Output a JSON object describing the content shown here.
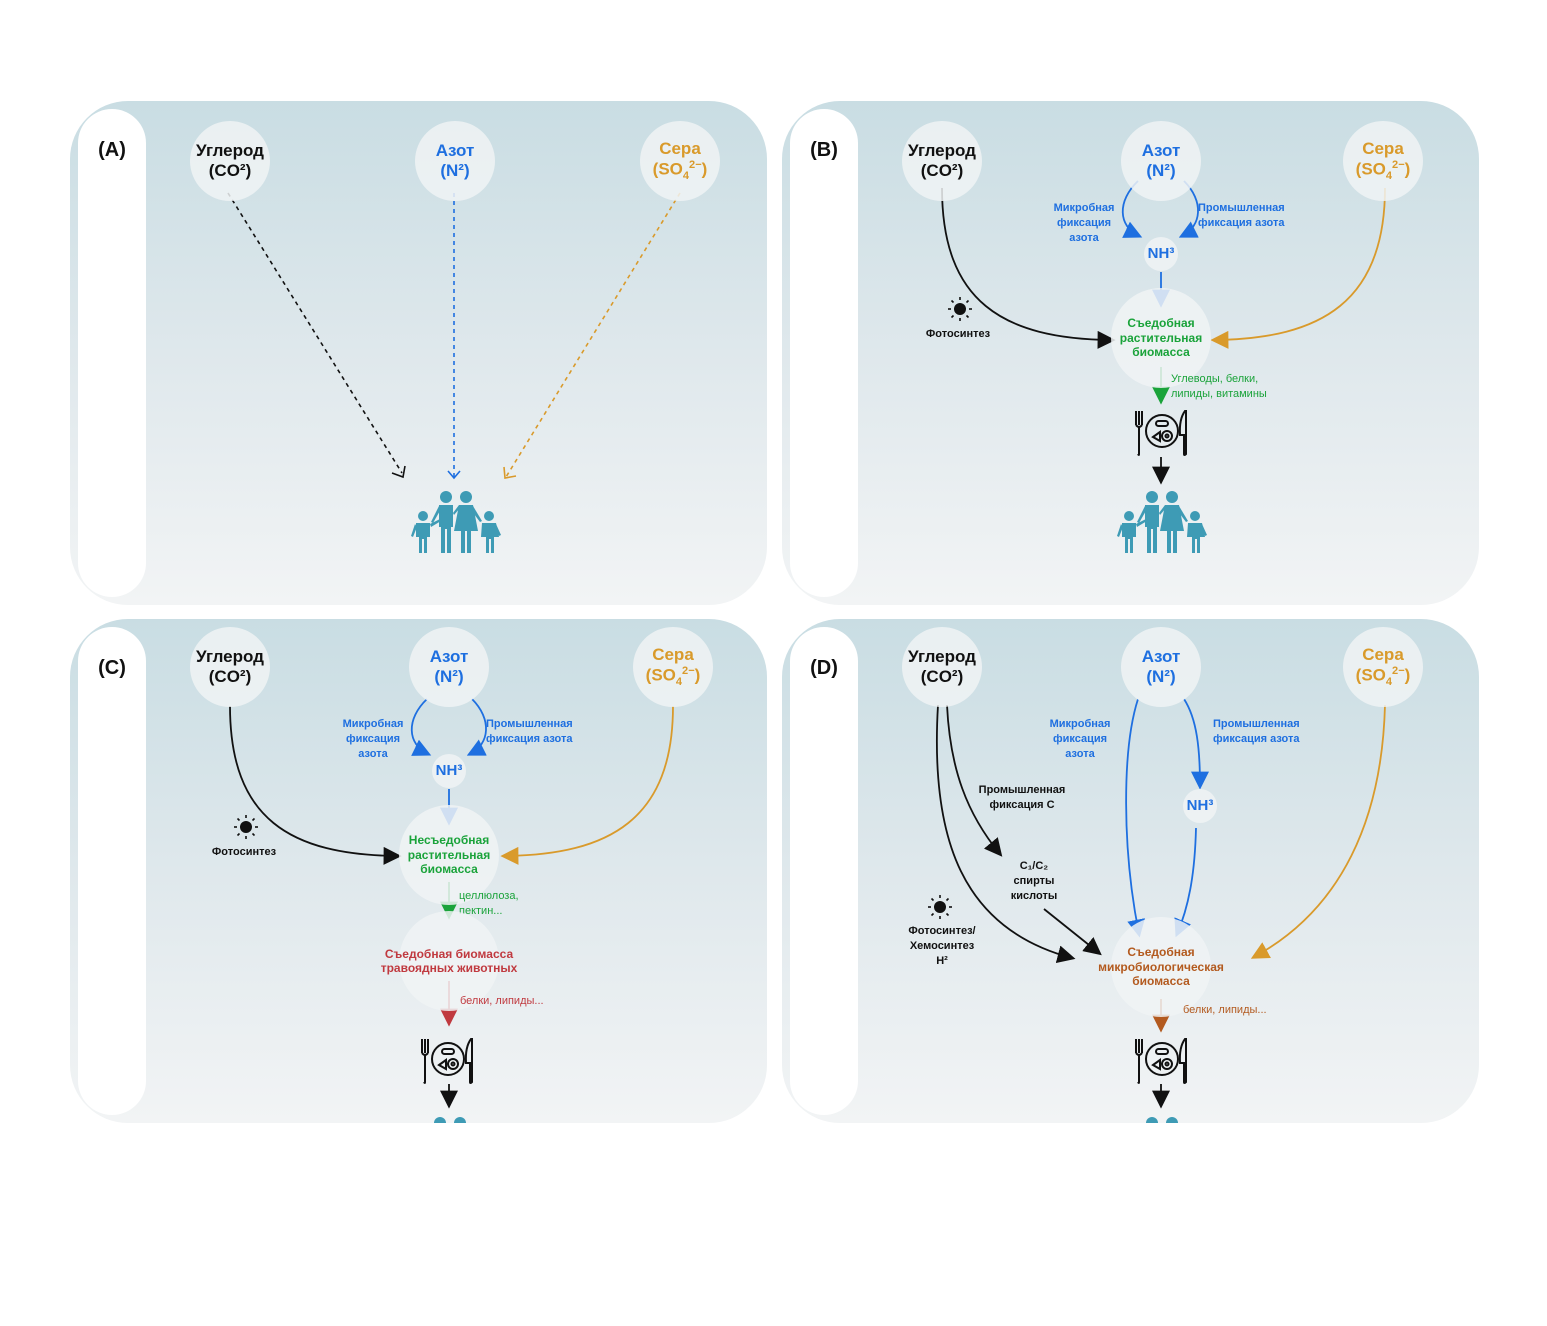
{
  "colors": {
    "carbon": "#111111",
    "nitrogen": "#1e6fe0",
    "sulfur": "#d99a2b",
    "plant": "#1aa33a",
    "animal": "#c0393f",
    "microbial": "#b35a1f",
    "people": "#3e9bb5"
  },
  "common": {
    "carbon": {
      "name": "Углерод",
      "formula": "(CO²)"
    },
    "nitrogen": {
      "name": "Азот",
      "formula": "(N²)"
    },
    "sulfur": {
      "name": "Сера",
      "formula_prefix": "(SO",
      "formula_sub": "4",
      "formula_sup": "2−",
      "formula_suffix": ")"
    },
    "ammonia": "NH³",
    "microbial_fixation": [
      "Микробная",
      "фиксация",
      "азота"
    ],
    "industrial_fixation": [
      "Промышленная",
      "фиксация азота"
    ],
    "photosynthesis": "Фотосинтез"
  },
  "panels": {
    "a": {
      "label": "(A)"
    },
    "b": {
      "label": "(B)",
      "biomass": [
        "Съедобная",
        "растительная",
        "биомасса"
      ],
      "nutrients": [
        "Углеводы, белки,",
        "липиды, витамины"
      ]
    },
    "c": {
      "label": "(C)",
      "biomass": [
        "Несъедобная",
        "растительная",
        "биомасса"
      ],
      "components": [
        "целлюлоза,",
        "пектин..."
      ],
      "animal_biomass": [
        "Съедобная биомасса",
        "травоядных животных"
      ],
      "nutrients": "белки, липиды..."
    },
    "d": {
      "label": "(D)",
      "industrial_c": [
        "Промышленная",
        "фиксация С"
      ],
      "c1c2": [
        "C₁/C₂",
        "спирты",
        "кислоты"
      ],
      "synthesis": [
        "Фотосинтез/",
        "Хемосинтез",
        "H²"
      ],
      "biomass": [
        "Съедобная",
        "микробиологическая",
        "биомасса"
      ],
      "nutrients": "белки, липиды..."
    }
  },
  "icons": {
    "sun": "sun-icon",
    "meal": "plate-fork-knife-icon",
    "family": "family-icon"
  }
}
